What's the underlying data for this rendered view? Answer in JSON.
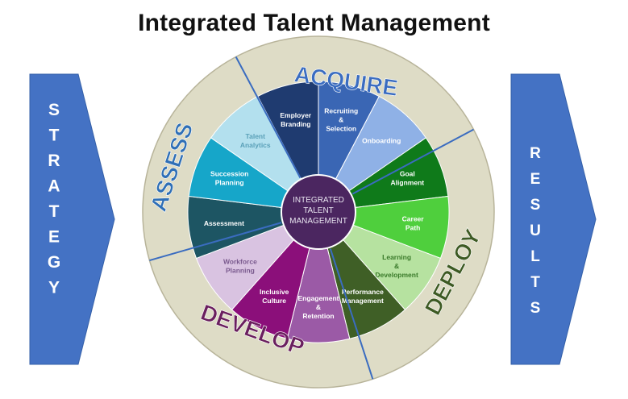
{
  "title": "Integrated Talent Management",
  "left_arrow": {
    "letters": [
      "S",
      "T",
      "R",
      "A",
      "T",
      "E",
      "G",
      "Y"
    ],
    "color": "#4472c4"
  },
  "right_arrow": {
    "letters": [
      "R",
      "E",
      "S",
      "U",
      "L",
      "T",
      "S"
    ],
    "color": "#4472c4"
  },
  "center": {
    "lines": [
      "INTEGRATED",
      "TALENT",
      "MANAGEMENT"
    ],
    "color": "#4b2660"
  },
  "ring_color": "#dedcc6",
  "phases": {
    "acquire": {
      "label": "ACQUIRE",
      "color": "#3a6cc0"
    },
    "deploy": {
      "label": "DEPLOY",
      "color": "#3d5a23"
    },
    "develop": {
      "label": "DEVELOP",
      "color": "#6a1f5e"
    },
    "assess": {
      "label": "ASSESS",
      "color": "#2f6fb6"
    }
  },
  "segments": [
    {
      "lines": [
        "Employer",
        "Branding"
      ],
      "color": "#1f3b70",
      "text_color": "#ffffff"
    },
    {
      "lines": [
        "Recruiting",
        "&",
        "Selection"
      ],
      "color": "#3a66b4",
      "text_color": "#ffffff"
    },
    {
      "lines": [
        "Onboarding"
      ],
      "color": "#8fb1e6",
      "text_color": "#ffffff"
    },
    {
      "lines": [
        "Goal",
        "Alignment"
      ],
      "color": "#0f7a1a",
      "text_color": "#ffffff"
    },
    {
      "lines": [
        "Career",
        "Path"
      ],
      "color": "#4fcf3d",
      "text_color": "#ffffff"
    },
    {
      "lines": [
        "Learning",
        "&",
        "Development"
      ],
      "color": "#b6e2a0",
      "text_color": "#3a7a2a"
    },
    {
      "lines": [
        "Performance",
        "Management"
      ],
      "color": "#3f5f26",
      "text_color": "#ffffff"
    },
    {
      "lines": [
        "Engagement",
        "&",
        "Retention"
      ],
      "color": "#9b5aa6",
      "text_color": "#ffffff"
    },
    {
      "lines": [
        "Inclusive",
        "Culture"
      ],
      "color": "#8b0f7a",
      "text_color": "#ffffff"
    },
    {
      "lines": [
        "Workforce",
        "Planning"
      ],
      "color": "#d9c3e1",
      "text_color": "#7a5a8e"
    },
    {
      "lines": [
        "Assessment"
      ],
      "color": "#1d5563",
      "text_color": "#ffffff"
    },
    {
      "lines": [
        "Succession",
        "Planning"
      ],
      "color": "#16a6c9",
      "text_color": "#ffffff"
    },
    {
      "lines": [
        "Talent",
        "Analytics"
      ],
      "color": "#b3e0ee",
      "text_color": "#5aa0b8"
    }
  ]
}
